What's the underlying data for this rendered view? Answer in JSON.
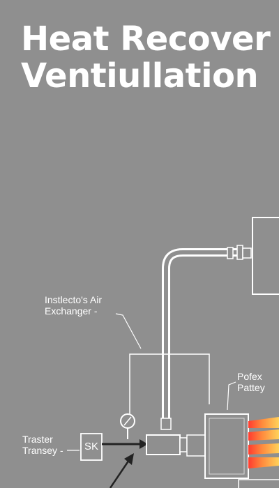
{
  "title": {
    "line1": "Heat Recover",
    "line2": "Ventiullation"
  },
  "labels": {
    "air_exchanger_line1": "Instlecto's Air",
    "air_exchanger_line2": "Exchanger -",
    "pofex_line1": "Pofex",
    "pofex_line2": "Pattey",
    "traster_line1": "Traster",
    "traster_line2": "Transey -",
    "sk_box": "SK"
  },
  "colors": {
    "background": "#8f8f8f",
    "line": "#ffffff",
    "heat_gradient": [
      "#ff3b2f",
      "#ff8a3d",
      "#ffd25a"
    ]
  }
}
